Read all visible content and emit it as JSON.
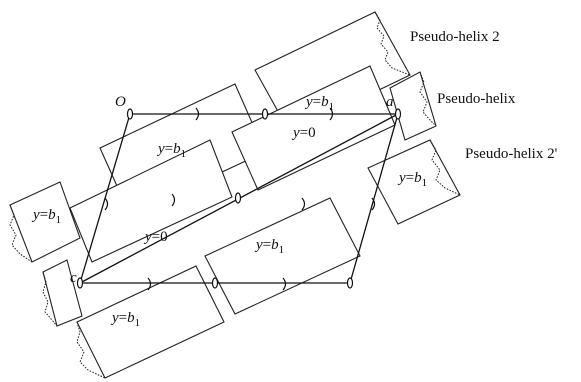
{
  "labels": {
    "helix_2": "Pseudo-helix 2",
    "helix": "Pseudo-helix",
    "helix_2prime": "Pseudo-helix 2'"
  },
  "points": {
    "o": "O",
    "a": "a",
    "c": "c"
  },
  "box_text": {
    "y_var": "y",
    "eq": "=",
    "b": "b",
    "sub1": "1",
    "zero": "0"
  }
}
